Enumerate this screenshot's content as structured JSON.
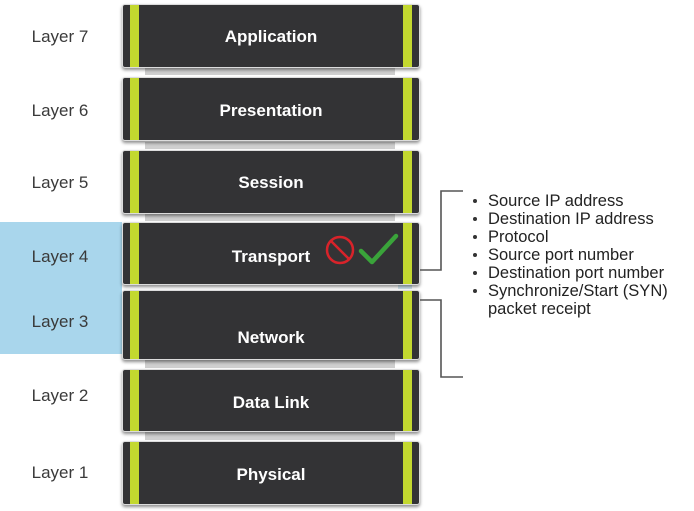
{
  "layers": [
    {
      "label": "Layer 7",
      "name": "Application"
    },
    {
      "label": "Layer 6",
      "name": "Presentation"
    },
    {
      "label": "Layer 5",
      "name": "Session"
    },
    {
      "label": "Layer 4",
      "name": "Transport"
    },
    {
      "label": "Layer 3",
      "name": "Network"
    },
    {
      "label": "Layer 2",
      "name": "Data Link"
    },
    {
      "label": "Layer 1",
      "name": "Physical"
    }
  ],
  "info_items": [
    "Source IP address",
    "Destination IP address",
    "Protocol",
    "Source port number",
    "Destination port number",
    "Synchronize/Start (SYN)"
  ],
  "info_items_continuation": "packet receipt",
  "icons": {
    "deny": "prohibited-icon",
    "allow": "checkmark-icon"
  },
  "colors": {
    "highlight": "#a9d6ec",
    "box": "#333335",
    "stripe": "#c3d82f",
    "deny": "#d8232a",
    "allow": "#3aa33a",
    "bracket": "#555555"
  }
}
